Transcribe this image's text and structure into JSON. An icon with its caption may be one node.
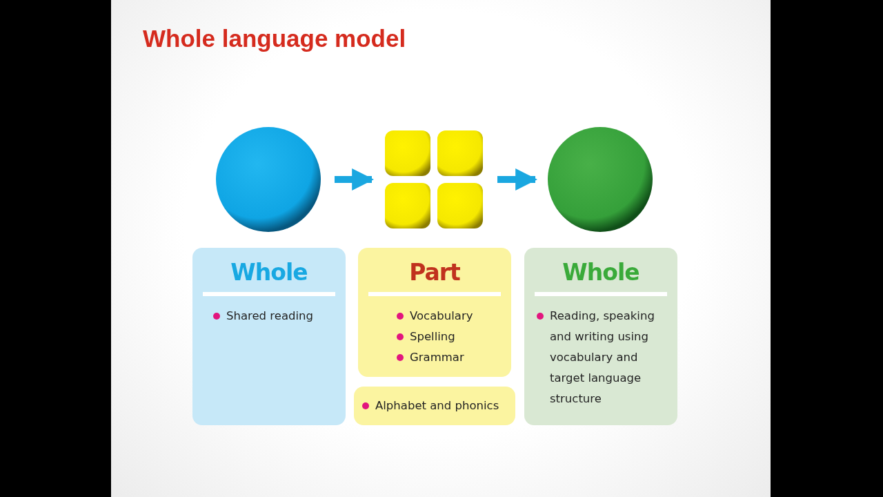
{
  "diagram": {
    "title": "Whole language model",
    "nodes": [
      {
        "text": [],
        "shape": "circle"
      },
      {
        "text": [],
        "shape": "box"
      },
      {
        "text": [],
        "shape": "circle"
      },
      {
        "text": [
          "Whole",
          "Shared reading"
        ]
      },
      {
        "text": [
          "Part",
          "Vocabulary",
          "Spelling",
          "Grammar"
        ]
      },
      {
        "text": [
          "Alphabet and phonics"
        ]
      },
      {
        "text": [
          "Whole",
          "Reading, speaking and writing using vocabulary and target language structure"
        ]
      }
    ],
    "edges": [
      {
        "from": 0,
        "to": 1,
        "arrow": "to"
      },
      {
        "from": 1,
        "to": 2,
        "arrow": "to"
      }
    ]
  }
}
